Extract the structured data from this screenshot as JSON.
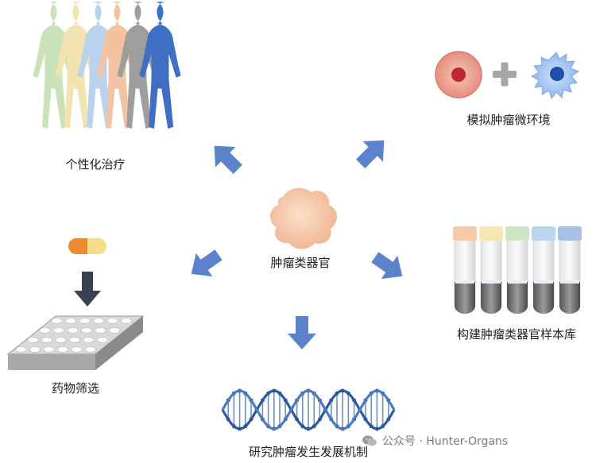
{
  "center": {
    "label": "肿瘤类器官"
  },
  "nodes": {
    "personalized": {
      "label": "个性化治疗"
    },
    "microenvironment": {
      "label": "模拟肿瘤微环境"
    },
    "biobank": {
      "label": "构建肿瘤类器官样本库"
    },
    "drug_screening": {
      "label": "药物筛选"
    },
    "mechanism": {
      "label": "研究肿瘤发生发展机制"
    }
  },
  "watermark": {
    "text": "公众号 · Hunter-Organs"
  },
  "colors": {
    "arrow": "#5b83cc",
    "organoid": "#f6c9a8",
    "dark_arrow": "#3a4150",
    "dna": "#2a5aa0",
    "tube_caps": [
      "#f6c9a8",
      "#f5e7b2",
      "#cfe6c4",
      "#b9d6ee",
      "#a9c0e6"
    ],
    "silhouettes": [
      "#c9e2b8",
      "#f3e3b0",
      "#b9d3ee",
      "#f3c2a0",
      "#9e9e9e",
      "#3e6fc4"
    ]
  }
}
